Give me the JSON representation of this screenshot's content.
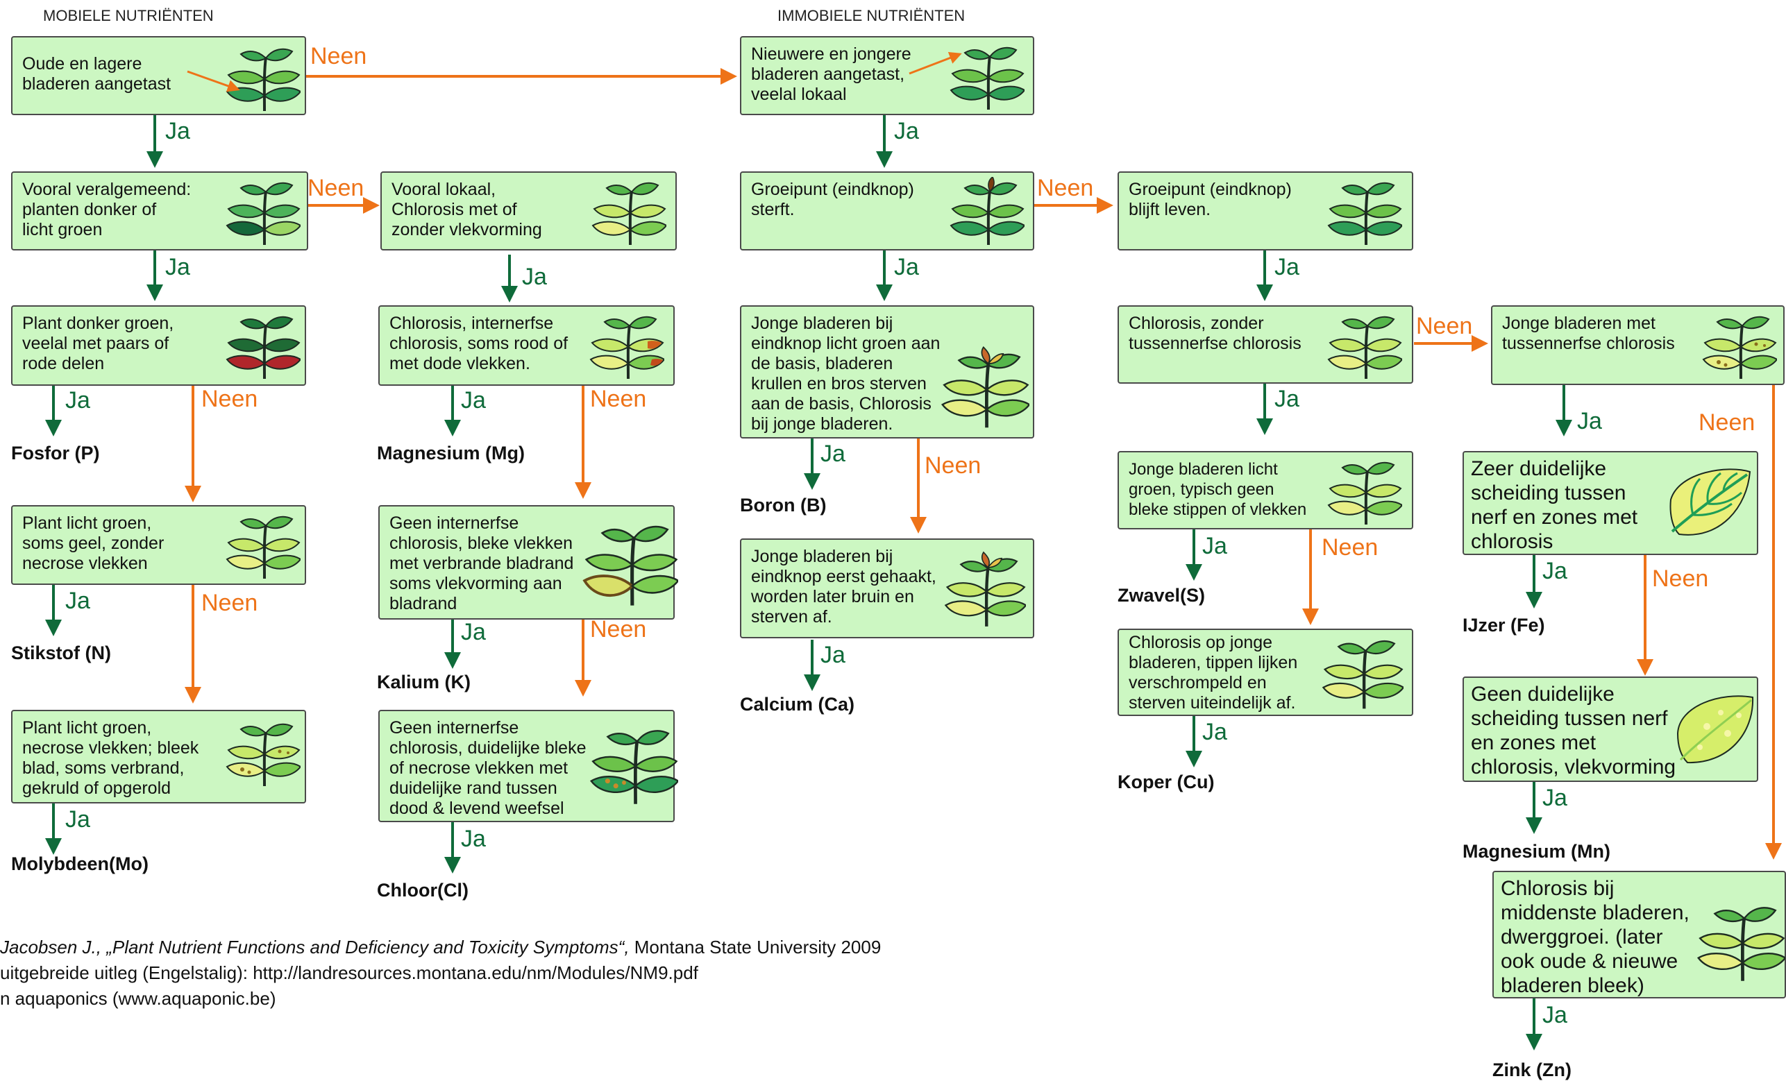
{
  "headers": {
    "mobile": "MOBIELE NUTRIËNTEN",
    "immobile": "IMMOBIELE NUTRIËNTEN"
  },
  "labels": {
    "yes": "Ja",
    "no": "Neen"
  },
  "colors": {
    "yes_arrow": "#0f6b3a",
    "no_arrow": "#ee7318",
    "box_fill": "#ccf7c2",
    "box_border": "#4a4a4a"
  },
  "boxes": {
    "b1": "Oude en lagere\nbladeren aangetast",
    "b2": "Vooral veralgemeend:\nplanten donker of\nlicht groen",
    "b3": "Plant donker groen,\nveelal met paars of\nrode delen",
    "b4": "Plant licht groen,\nsoms geel, zonder\nnecrose vlekken",
    "b5": "Plant licht groen,\nnecrose vlekken; bleek\nblad, soms verbrand,\ngekruld of opgerold",
    "b6": "Vooral lokaal,\nChlorosis met of\nzonder vlekvorming",
    "b7": "Chlorosis, internerfse\nchlorosis, soms rood of\nmet dode vlekken.",
    "b8": "Geen internerfse\nchlorosis, bleke vlekken\nmet verbrande bladrand\nsoms vlekvorming aan\nbladrand",
    "b9": "Geen internerfse\nchlorosis, duidelijke bleke\nof necrose  vlekken met\nduidelijke rand tussen\ndood & levend weefsel",
    "b10": "Nieuwere en jongere\nbladeren aangetast,\nveelal lokaal",
    "b11": "Groeipunt (eindknop)\nsterft.",
    "b12": "Jonge bladeren bij\neindknop licht groen aan\nde basis, bladeren\nkrullen en bros sterven\naan de basis, Chlorosis\nbij jonge bladeren.",
    "b13": "Jonge bladeren bij\neindknop eerst gehaakt,\nworden later bruin en\nsterven af.",
    "b14": "Groeipunt (eindknop)\nblijft leven.",
    "b15": "Chlorosis, zonder\ntussennerfse chlorosis",
    "b16": "Jonge bladeren licht\ngroen, typisch geen\nbleke stippen of vlekken",
    "b17": "Chlorosis op jonge\nbladeren, tippen lijken\nverschrompeld en\nsterven uiteindelijk af.",
    "b18": "Jonge bladeren met\ntussennerfse chlorosis",
    "b19": "Zeer duidelijke\nscheiding tussen\nnerf en zones met\nchlorosis",
    "b20": "Geen duidelijke\nscheiding tussen nerf\nen zones met\nchlorosis, vlekvorming",
    "b21": "Chlorosis bij\nmiddenste bladeren,\ndwerggroei. (later\nook oude & nieuwe\nbladeren bleek)"
  },
  "results": {
    "r1": "Fosfor (P)",
    "r2": "Stikstof (N)",
    "r3": "Molybdeen(Mo)",
    "r4": "Magnesium (Mg)",
    "r5": "Kalium (K)",
    "r6": "Chloor(Cl)",
    "r7": "Boron (B)",
    "r8": "Calcium (Ca)",
    "r9": "Zwavel(S)",
    "r10": "Koper (Cu)",
    "r11": "IJzer (Fe)",
    "r12": "Magnesium (Mn)",
    "r13": "Zink (Zn)"
  },
  "footer": {
    "citation_italic": "Jacobsen J., „Plant Nutrient Functions and Deficiency and Toxicity Symptoms“,",
    "citation_rest": " Montana State University 2009",
    "line2": "uitgebreide uitleg (Engelstalig): http://landresources.montana.edu/nm/Modules/NM9.pdf",
    "line3": "n aquaponics (www.aquaponic.be)"
  }
}
